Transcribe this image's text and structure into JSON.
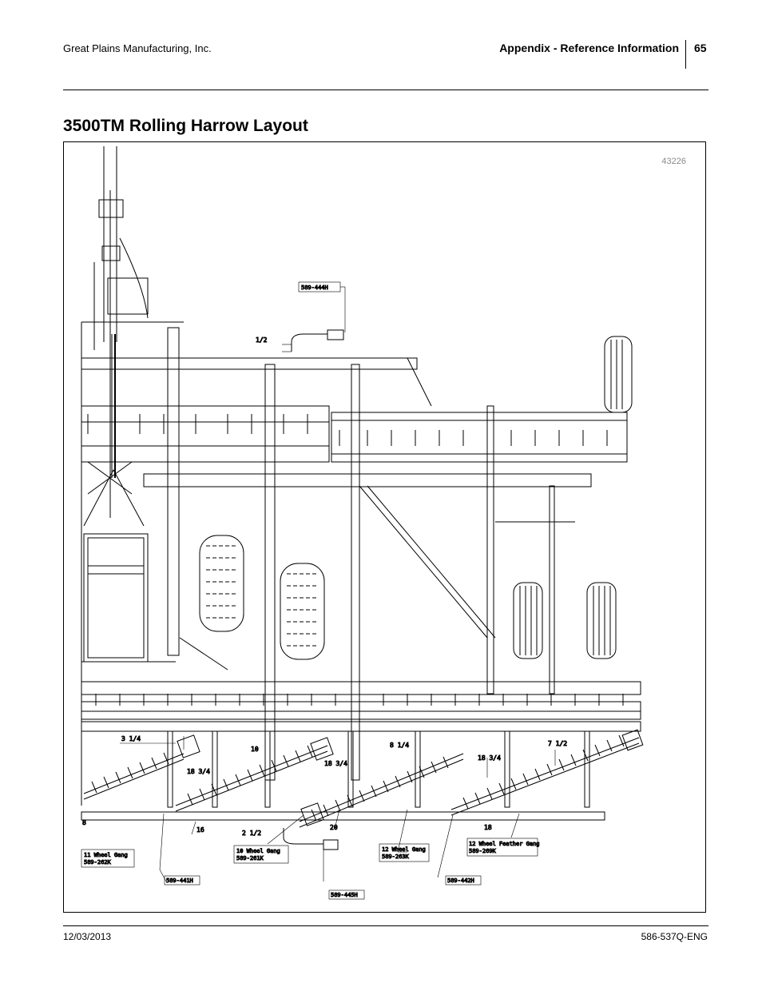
{
  "header": {
    "company": "Great Plains Manufacturing, Inc.",
    "section": "Appendix - Reference Information",
    "page_number": "65"
  },
  "title": "3500TM Rolling Harrow Layout",
  "figure": {
    "figure_number": "43226",
    "part_labels": {
      "p444h": "589-444H",
      "p441h": "589-441H",
      "p445h": "589-445H",
      "p442h": "589-442H"
    },
    "gang_labels": {
      "g11_name": "11 Wheel Gang",
      "g11_part": "589-262K",
      "g10_name": "10 Wheel Gang",
      "g10_part": "589-261K",
      "g12_name": "12 Wheel Gang",
      "g12_part": "589-263K",
      "g12f_name": "12 Wheel Feather Gang",
      "g12f_part": "589-269K"
    },
    "dimensions": {
      "d_half_top": "1/2",
      "d_3_1_4": "3 1/4",
      "d_10": "10",
      "d_8_1_4": "8 1/4",
      "d_7_1_2": "7 1/2",
      "d_18_3_4_a": "18 3/4",
      "d_18_3_4_b": "18 3/4",
      "d_18_3_4_c": "18 3/4",
      "d_16": "16",
      "d_2_1_2": "2 1/2",
      "d_20": "20",
      "d_18": "18",
      "d_8": "8"
    }
  },
  "footer": {
    "date": "12/03/2013",
    "doc_number": "586-537Q-ENG"
  }
}
